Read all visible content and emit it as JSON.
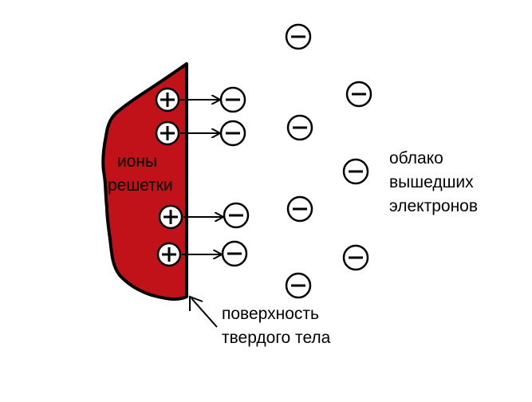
{
  "diagram": {
    "ions_label": {
      "line1": "ионы",
      "line2": "решетки"
    },
    "cloud_label": {
      "line1": "облако",
      "line2": "вышедших",
      "line3": "электронов"
    },
    "surface_label": {
      "line1": "поверхность",
      "line2": "твердого тела"
    },
    "ion_symbol": "plus-icon",
    "electron_symbol": "minus-icon",
    "colors": {
      "solid_fill": "#c1121a",
      "outline": "#000000",
      "background": "#ffffff"
    }
  }
}
